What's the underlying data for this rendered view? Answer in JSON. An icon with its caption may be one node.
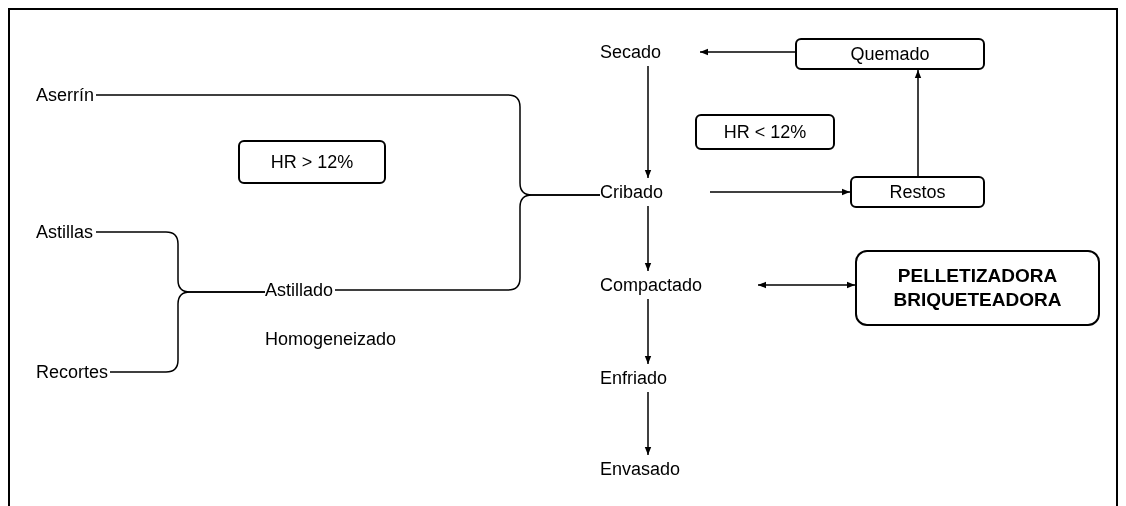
{
  "diagram": {
    "nodes": [
      {
        "text": [
          "Aserrín"
        ]
      },
      {
        "text": [
          "Astillas"
        ]
      },
      {
        "text": [
          "Recortes"
        ]
      },
      {
        "text": [
          "HR > 12%"
        ]
      },
      {
        "text": [
          "Astillado"
        ]
      },
      {
        "text": [
          "Homogeneizado"
        ]
      },
      {
        "text": [
          "Secado"
        ]
      },
      {
        "text": [
          "Quemado"
        ]
      },
      {
        "text": [
          "HR < 12%"
        ]
      },
      {
        "text": [
          "Cribado"
        ]
      },
      {
        "text": [
          "Restos"
        ]
      },
      {
        "text": [
          "Compactado"
        ]
      },
      {
        "text": [
          "PELLETIZADORA BRIQUETEADORA"
        ]
      },
      {
        "text": [
          "Enfriado"
        ]
      },
      {
        "text": [
          "Envasado"
        ]
      }
    ],
    "edges": [
      {
        "from": 0,
        "to": 9,
        "arrow": "none"
      },
      {
        "from": 4,
        "to": 9,
        "arrow": "none"
      },
      {
        "from": 1,
        "to": 4,
        "arrow": "none"
      },
      {
        "from": 2,
        "to": 4,
        "arrow": "none"
      },
      {
        "from": 7,
        "to": 6,
        "arrow": "to"
      },
      {
        "from": 6,
        "to": 9,
        "arrow": "to"
      },
      {
        "from": 9,
        "to": 10,
        "arrow": "to"
      },
      {
        "from": 10,
        "to": 7,
        "arrow": "to"
      },
      {
        "from": 9,
        "to": 11,
        "arrow": "to"
      },
      {
        "from": 11,
        "to": 12,
        "arrow": "both"
      },
      {
        "from": 11,
        "to": 13,
        "arrow": "to"
      },
      {
        "from": 13,
        "to": 14,
        "arrow": "to"
      }
    ]
  }
}
